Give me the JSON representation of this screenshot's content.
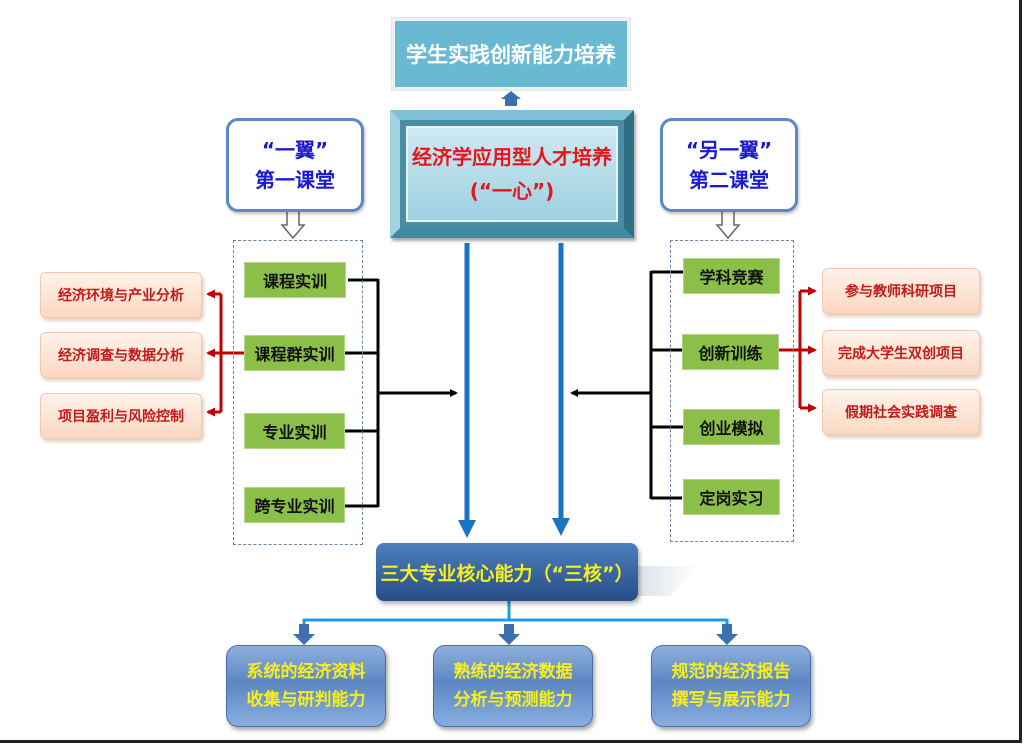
{
  "goal": {
    "label": "学生实践创新能力培养"
  },
  "center": {
    "line1": "经济学应用型人才培养",
    "line2": "(“一心”)"
  },
  "left_wing": {
    "title": "“一翼”",
    "subtitle": "第一课堂",
    "items": [
      "课程实训",
      "课程群实训",
      "专业实训",
      "跨专业实训"
    ],
    "outcomes": [
      "经济环境与产业分析",
      "经济调查与数据分析",
      "项目盈利与风险控制"
    ]
  },
  "right_wing": {
    "title": "“另一翼”",
    "subtitle": "第二课堂",
    "items": [
      "学科竞赛",
      "创新训练",
      "创业模拟",
      "定岗实习"
    ],
    "outcomes": [
      "参与教师科研项目",
      "完成大学生双创项目",
      "假期社会实践调查"
    ]
  },
  "core": {
    "label": "三大专业核心能力（“三核”）"
  },
  "abilities": [
    {
      "line1": "系统的经济资料",
      "line2": "收集与研判能力"
    },
    {
      "line1": "熟练的经济数据",
      "line2": "分析与预测能力"
    },
    {
      "line1": "规范的经济报告",
      "line2": "撰写与展示能力"
    }
  ],
  "colors": {
    "goal_bg": "#6ab9d2",
    "center_text": "#e8141c",
    "wing_text": "#1a1ad0",
    "wing_border": "#5b88c8",
    "green_box": "#8cbf4a",
    "outcome_text": "#c21a1a",
    "red_connector": "#c00000",
    "blue_arrow": "#1a73c4",
    "core_bg": "#274d86",
    "core_text": "#f5ef1c"
  }
}
